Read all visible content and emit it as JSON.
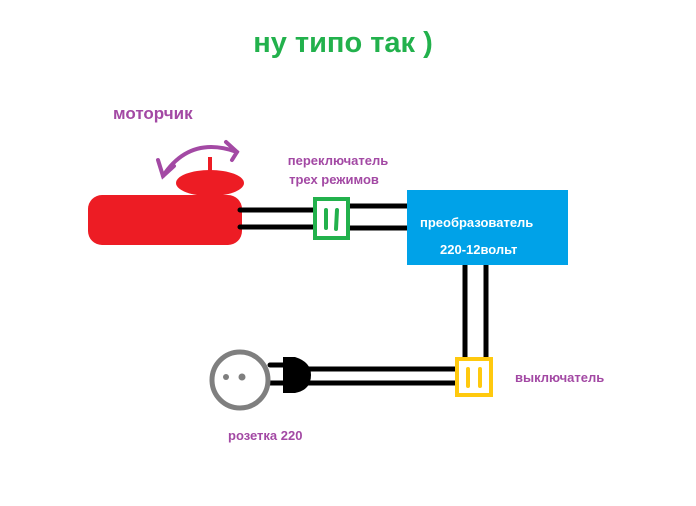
{
  "title": "ну типо так )",
  "labels": {
    "motor": "моторчик",
    "mode_switch_line1": "переключатель",
    "mode_switch_line2": "трех режимов",
    "converter_line1": "преобразователь",
    "converter_line2": "220-12вольт",
    "power_switch": "выключатель",
    "socket": "розетка 220"
  },
  "colors": {
    "title": "#22b14c",
    "label": "#a349a4",
    "motor": "#ed1c24",
    "converter": "#00a2e8",
    "mode_switch": "#22b14c",
    "power_switch": "#ffc90e",
    "socket": "#7f7f7f"
  }
}
